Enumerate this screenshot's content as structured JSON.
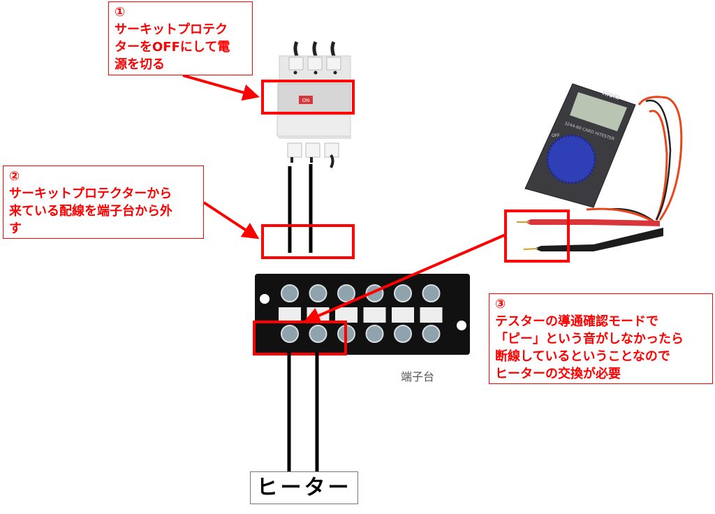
{
  "callouts": [
    {
      "number": "①",
      "lines": [
        "サーキットプロテク",
        "ターをOFFにして電",
        "源を切る"
      ]
    },
    {
      "number": "②",
      "lines": [
        "サーキットプロテクターから",
        "来ている配線を端子台から外",
        "す"
      ]
    },
    {
      "number": "③",
      "lines": [
        "テスターの導通確認モードで",
        "「ピー」という音がしなかったら",
        "断線しているということなので",
        "ヒーターの交換が必要"
      ]
    }
  ],
  "labels": {
    "terminal_block": "端子台",
    "heater": "ヒーター"
  },
  "device_text": {
    "breaker_switch": "ON",
    "tester_brand": "HIOKI",
    "tester_model": "3244-60 CARD HiTESTER",
    "tester_off": "OFF"
  },
  "colors": {
    "accent": "#ff0000",
    "wire": "#000000",
    "dial": "#2f3fb5"
  }
}
